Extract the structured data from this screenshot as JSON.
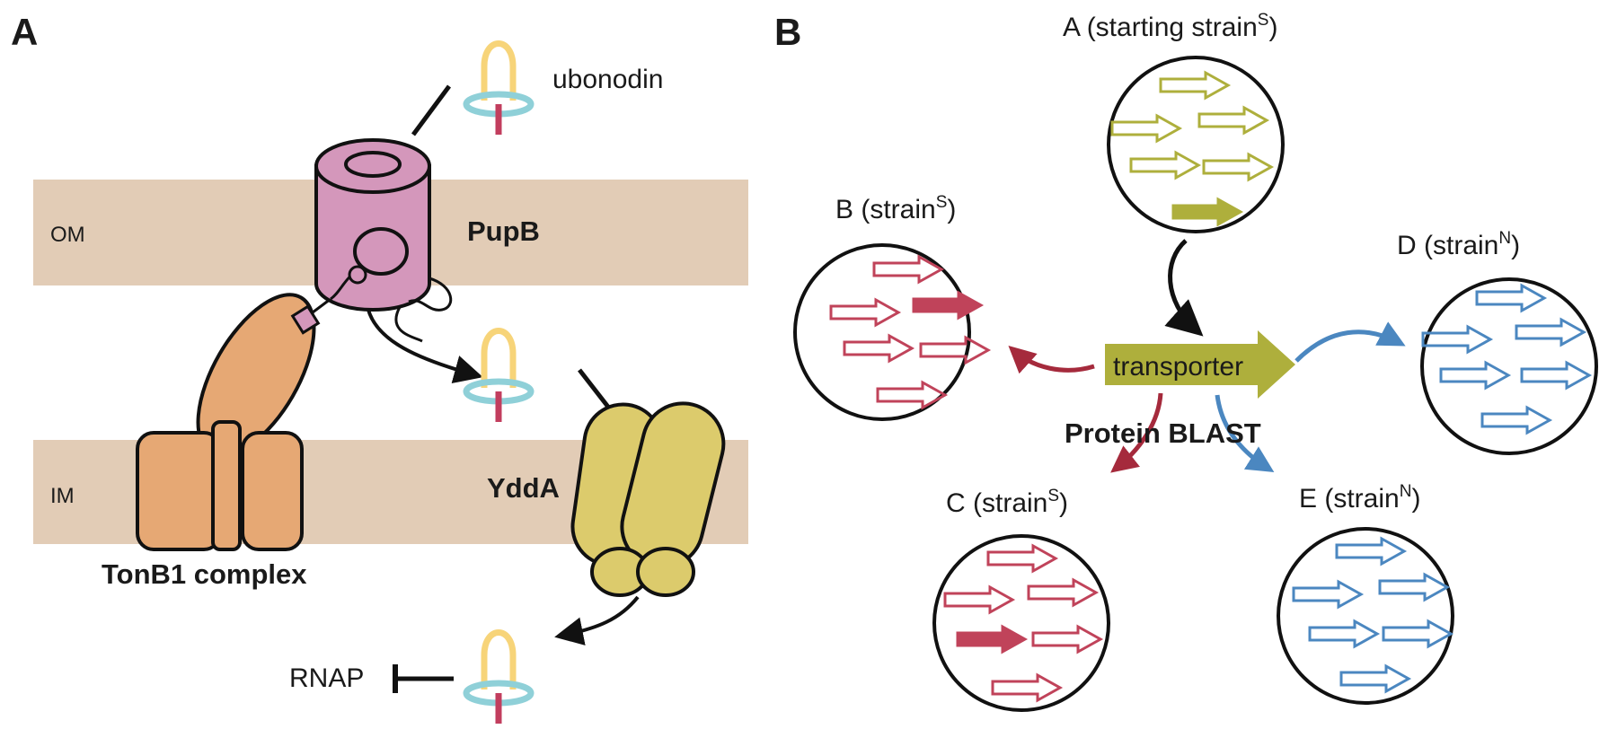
{
  "panel_a": {
    "letter": "A",
    "om_label": "OM",
    "im_label": "IM",
    "ubonodin_label": "ubonodin",
    "pupb_label": "PupB",
    "ydda_label": "YddA",
    "tonb_label": "TonB1 complex",
    "rnap_label": "RNAP"
  },
  "panel_b": {
    "letter": "B",
    "center_label": "transporter",
    "blast_label": "Protein BLAST",
    "nodes": {
      "a": {
        "prefix": "A (starting strain",
        "sup": "S",
        "suffix": ")"
      },
      "b": {
        "prefix": "B (strain",
        "sup": "S",
        "suffix": ")"
      },
      "c": {
        "prefix": "C (strain",
        "sup": "S",
        "suffix": ")"
      },
      "d": {
        "prefix": "D (strain",
        "sup": "N",
        "suffix": ")"
      },
      "e": {
        "prefix": "E (strain",
        "sup": "N",
        "suffix": ")"
      }
    }
  },
  "colors": {
    "membrane": "#e2ccb6",
    "pupb": "#d497bb",
    "tonb": "#e6a874",
    "ydda": "#dccb6c",
    "loop_yellow": "#f7d479",
    "ring_cyan": "#8fd0d8",
    "tail_red": "#c23e5e",
    "olive": "#aeaf3c",
    "red": "#c0435a",
    "blue": "#4b87c0"
  }
}
